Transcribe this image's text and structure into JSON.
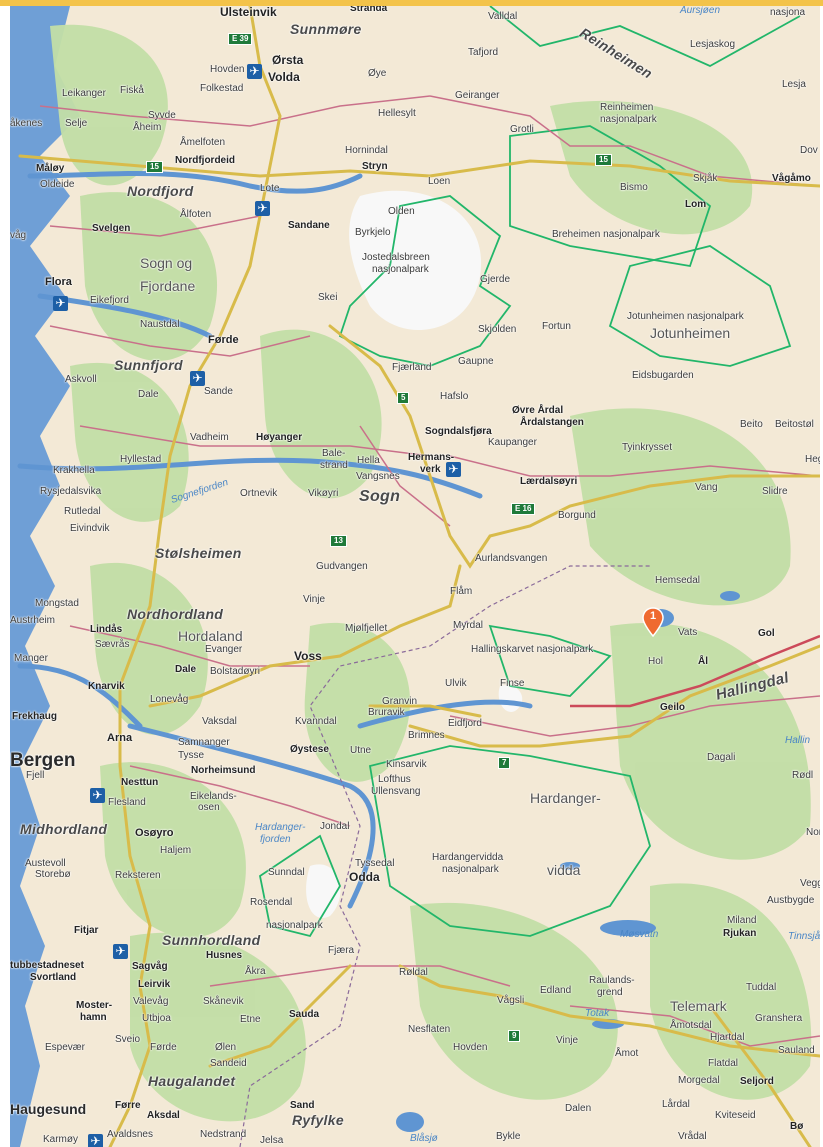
{
  "map": {
    "colors": {
      "land": "#f3e9d6",
      "forest": "#bfdca2",
      "water": "#5f95d2",
      "glacier": "#f7f7f7",
      "park_border": "#22b66a",
      "main_road": "#d8bb4a",
      "road": "#c9708a",
      "frame": "#f3c34a",
      "marker": "#ef6a30"
    },
    "marker": {
      "number": "1",
      "icon": "map-pin-icon"
    },
    "labels": {
      "ulsteinvik": "Ulsteinvik",
      "sunnmore": "Sunnmøre",
      "stranda": "Stranda",
      "valldal": "Valldal",
      "aursjoen": "Aursjøen",
      "nasjona": "nasjona",
      "orsta": "Ørsta",
      "volda": "Volda",
      "hovden": "Hovden",
      "folkestad": "Folkestad",
      "oye": "Øye",
      "tafjord": "Tafjord",
      "reinheimen": "Reinheimen",
      "lesjaskog": "Lesjaskog",
      "lesja": "Lesja",
      "leikanger": "Leikanger",
      "fiska": "Fiskå",
      "syvde": "Syvde",
      "akenes": "åkenes",
      "selje": "Selje",
      "aheim": "Åheim",
      "hellesylt": "Hellesylt",
      "geiranger": "Geiranger",
      "reinheimen_np": "Reinheimen",
      "reinheimen_np2": "nasjonalpark",
      "amelfoten": "Åmelfoten",
      "grotli": "Grotli",
      "maloy": "Måløy",
      "nordfjordeid": "Nordfjordeid",
      "hornindal": "Hornindal",
      "stryn": "Stryn",
      "dov": "Dov",
      "oldeide": "Oldeide",
      "skjak": "Skjåk",
      "vagamo": "Vågåmo",
      "nordfjord": "Nordfjord",
      "lote": "Lote",
      "loen": "Loen",
      "bismo": "Bismo",
      "lom": "Lom",
      "alfoten": "Ålfoten",
      "olden": "Olden",
      "vag": "våg",
      "svelgen": "Svelgen",
      "sandane": "Sandane",
      "breheimen": "Breheimen nasjonalpark",
      "byrkjelo": "Byrkjelo",
      "jostedal1": "Jostedalsbreen",
      "jostedal2": "nasjonalpark",
      "sogn_og": "Sogn og",
      "fjordane": "Fjordane",
      "gjerde": "Gjerde",
      "flora": "Flora",
      "eikefjord": "Eikefjord",
      "skei": "Skei",
      "skjolden": "Skjolden",
      "fortun": "Fortun",
      "jotunheimen_np": "Jotunheimen nasjonalpark",
      "jotunheimen": "Jotunheimen",
      "naustdal": "Naustdal",
      "forde": "Førde",
      "fjaerland": "Fjærland",
      "gaupne": "Gaupne",
      "sunnfjord": "Sunnfjord",
      "askvoll": "Askvoll",
      "eidsbugarden": "Eidsbugarden",
      "dale1": "Dale",
      "sande": "Sande",
      "hafslo": "Hafslo",
      "ovre_ardal": "Øvre Årdal",
      "ardalstangen": "Årdalstangen",
      "beito": "Beito",
      "beitostol": "Beitostøl",
      "vadheim": "Vadheim",
      "hoyanger": "Høyanger",
      "sogndal": "Sogndalsfjøra",
      "kaupanger": "Kaupanger",
      "tyinkrysset": "Tyinkrysset",
      "hegg": "Hegg",
      "hyllestad": "Hyllestad",
      "bale1": "Bale-",
      "bale2": "strand",
      "hella": "Hella",
      "hermans1": "Hermans-",
      "hermans2": "verk",
      "krakhella": "Krakhella",
      "laerdal": "Lærdalsøyri",
      "rysjedal": "Rysjedalsvika",
      "sognefjorden": "Sognefjorden",
      "ortnevik": "Ortnevik",
      "vangsnes": "Vangsnes",
      "vikoyri": "Vikøyri",
      "sogn": "Sogn",
      "vang": "Vang",
      "slidre": "Slidre",
      "rutledal": "Rutledal",
      "borgund": "Borgund",
      "eivindvik": "Eivindvik",
      "stolsheimen": "Stølsheimen",
      "gudvangen": "Gudvangen",
      "aurland": "Aurlandsvangen",
      "hemsedal": "Hemsedal",
      "mongstad": "Mongstad",
      "austrheim": "Austrheim",
      "flam": "Flåm",
      "nordhordland": "Nordhordland",
      "vinje1": "Vinje",
      "lindas": "Lindås",
      "saevras": "Sævrås",
      "hordaland": "Hordaland",
      "myrdal": "Myrdal",
      "vats": "Vats",
      "mjolfjell": "Mjølfjellet",
      "gol": "Gol",
      "manger": "Manger",
      "evanger": "Evanger",
      "voss": "Voss",
      "hallingskarvet": "Hallingskarvet nasjonalpark",
      "hol": "Hol",
      "al": "Ål",
      "hallingdal": "Hallingdal",
      "dale2": "Dale",
      "bolstadoyri": "Bolstadøyri",
      "knarvik": "Knarvik",
      "lonevag": "Lonevåg",
      "ulvik": "Ulvik",
      "finse": "Finse",
      "geilo": "Geilo",
      "frekhaug": "Frekhaug",
      "vaksdal": "Vaksdal",
      "granvin": "Granvin",
      "bruravik": "Bruravik",
      "eidfjord": "Eidfjord",
      "arna": "Arna",
      "samnanger": "Samnanger",
      "kvanndal": "Kvanndal",
      "hallin": "Hallin",
      "bergen": "Bergen",
      "tysse": "Tysse",
      "oystese": "Øystese",
      "utne": "Utne",
      "brimnes": "Brimnes",
      "dagali": "Dagali",
      "fjell": "Fjell",
      "nesttun": "Nesttun",
      "norheimsund": "Norheimsund",
      "kinsarvik": "Kinsarvik",
      "rodl": "Rødl",
      "flesland": "Flesland",
      "eikelands1": "Eikelands-",
      "eikelands2": "osen",
      "lofthus": "Lofthus",
      "ullensvang": "Ullensvang",
      "hardanger": "Hardanger-",
      "midhordland": "Midhordland",
      "osoyro": "Osøyro",
      "jondal": "Jondal",
      "nor": "Nor",
      "haljem": "Haljem",
      "hardangerfj1": "Hardanger-",
      "hardangerfj2": "fjorden",
      "austevoll": "Austevoll",
      "storebo": "Storebø",
      "reksteren": "Reksteren",
      "tyssedal": "Tyssedal",
      "hvnp1": "Hardangervidda",
      "hvnp2": "nasjonalpark",
      "vidda": "vidda",
      "odda": "Odda",
      "sunndal": "Sunndal",
      "veggli": "Veggli",
      "austbygde": "Austbygde",
      "rosendal": "Rosendal",
      "np_f": "nasjonalpark",
      "fitjar": "Fitjar",
      "miland": "Miland",
      "sunnhordland": "Sunnhordland",
      "fjaera": "Fjæra",
      "mosvatn": "Møsvatn",
      "rjukan": "Rjukan",
      "tinnsja": "Tinnsjå",
      "husnes": "Husnes",
      "stubbestad": "tubbestadneset",
      "svortland": "Svortland",
      "sagvag": "Sagvåg",
      "leirvik": "Leirvik",
      "akra": "Åkra",
      "roldal": "Røldal",
      "raulands1": "Raulands-",
      "raulands2": "grend",
      "tuddal": "Tuddal",
      "mosterhamn1": "Moster-",
      "mosterhamn2": "hamn",
      "valevag": "Valevåg",
      "skanevik": "Skånevik",
      "sauda": "Sauda",
      "vagsli": "Vågsli",
      "edland": "Edland",
      "telemark": "Telemark",
      "utbjoa": "Utbjoa",
      "etne": "Etne",
      "nesflaten": "Nesflaten",
      "totak": "Totak",
      "amotsdal": "Åmotsdal",
      "granshera": "Granshera",
      "hjartdal": "Hjartdal",
      "espevaer": "Espevær",
      "sveio": "Sveio",
      "forde2": "Førde",
      "olen": "Ølen",
      "hovden2": "Hovden",
      "vinje2": "Vinje",
      "amot": "Åmot",
      "sauland": "Sauland",
      "flatdal": "Flatdal",
      "sandeid": "Sandeid",
      "haugalandet": "Haugalandet",
      "morgedal": "Morgedal",
      "seljord": "Seljord",
      "haugesund": "Haugesund",
      "forre": "Førre",
      "aksdal": "Aksdal",
      "sand": "Sand",
      "ryfylke": "Ryfylke",
      "dalen": "Dalen",
      "lardal": "Lårdal",
      "kviteseid": "Kviteseid",
      "karmoy": "Karmøy",
      "avaldsnes": "Avaldsnes",
      "nedstrand": "Nedstrand",
      "jelsa": "Jelsa",
      "blasjo": "Blåsjø",
      "bykle": "Bykle",
      "vradal": "Vrådal",
      "bo": "Bø"
    },
    "roads": {
      "e39": "E 39",
      "r15a": "15",
      "r15b": "15",
      "r5": "5",
      "e16": "E 16",
      "r13": "13",
      "r7": "7",
      "r9": "9"
    }
  }
}
